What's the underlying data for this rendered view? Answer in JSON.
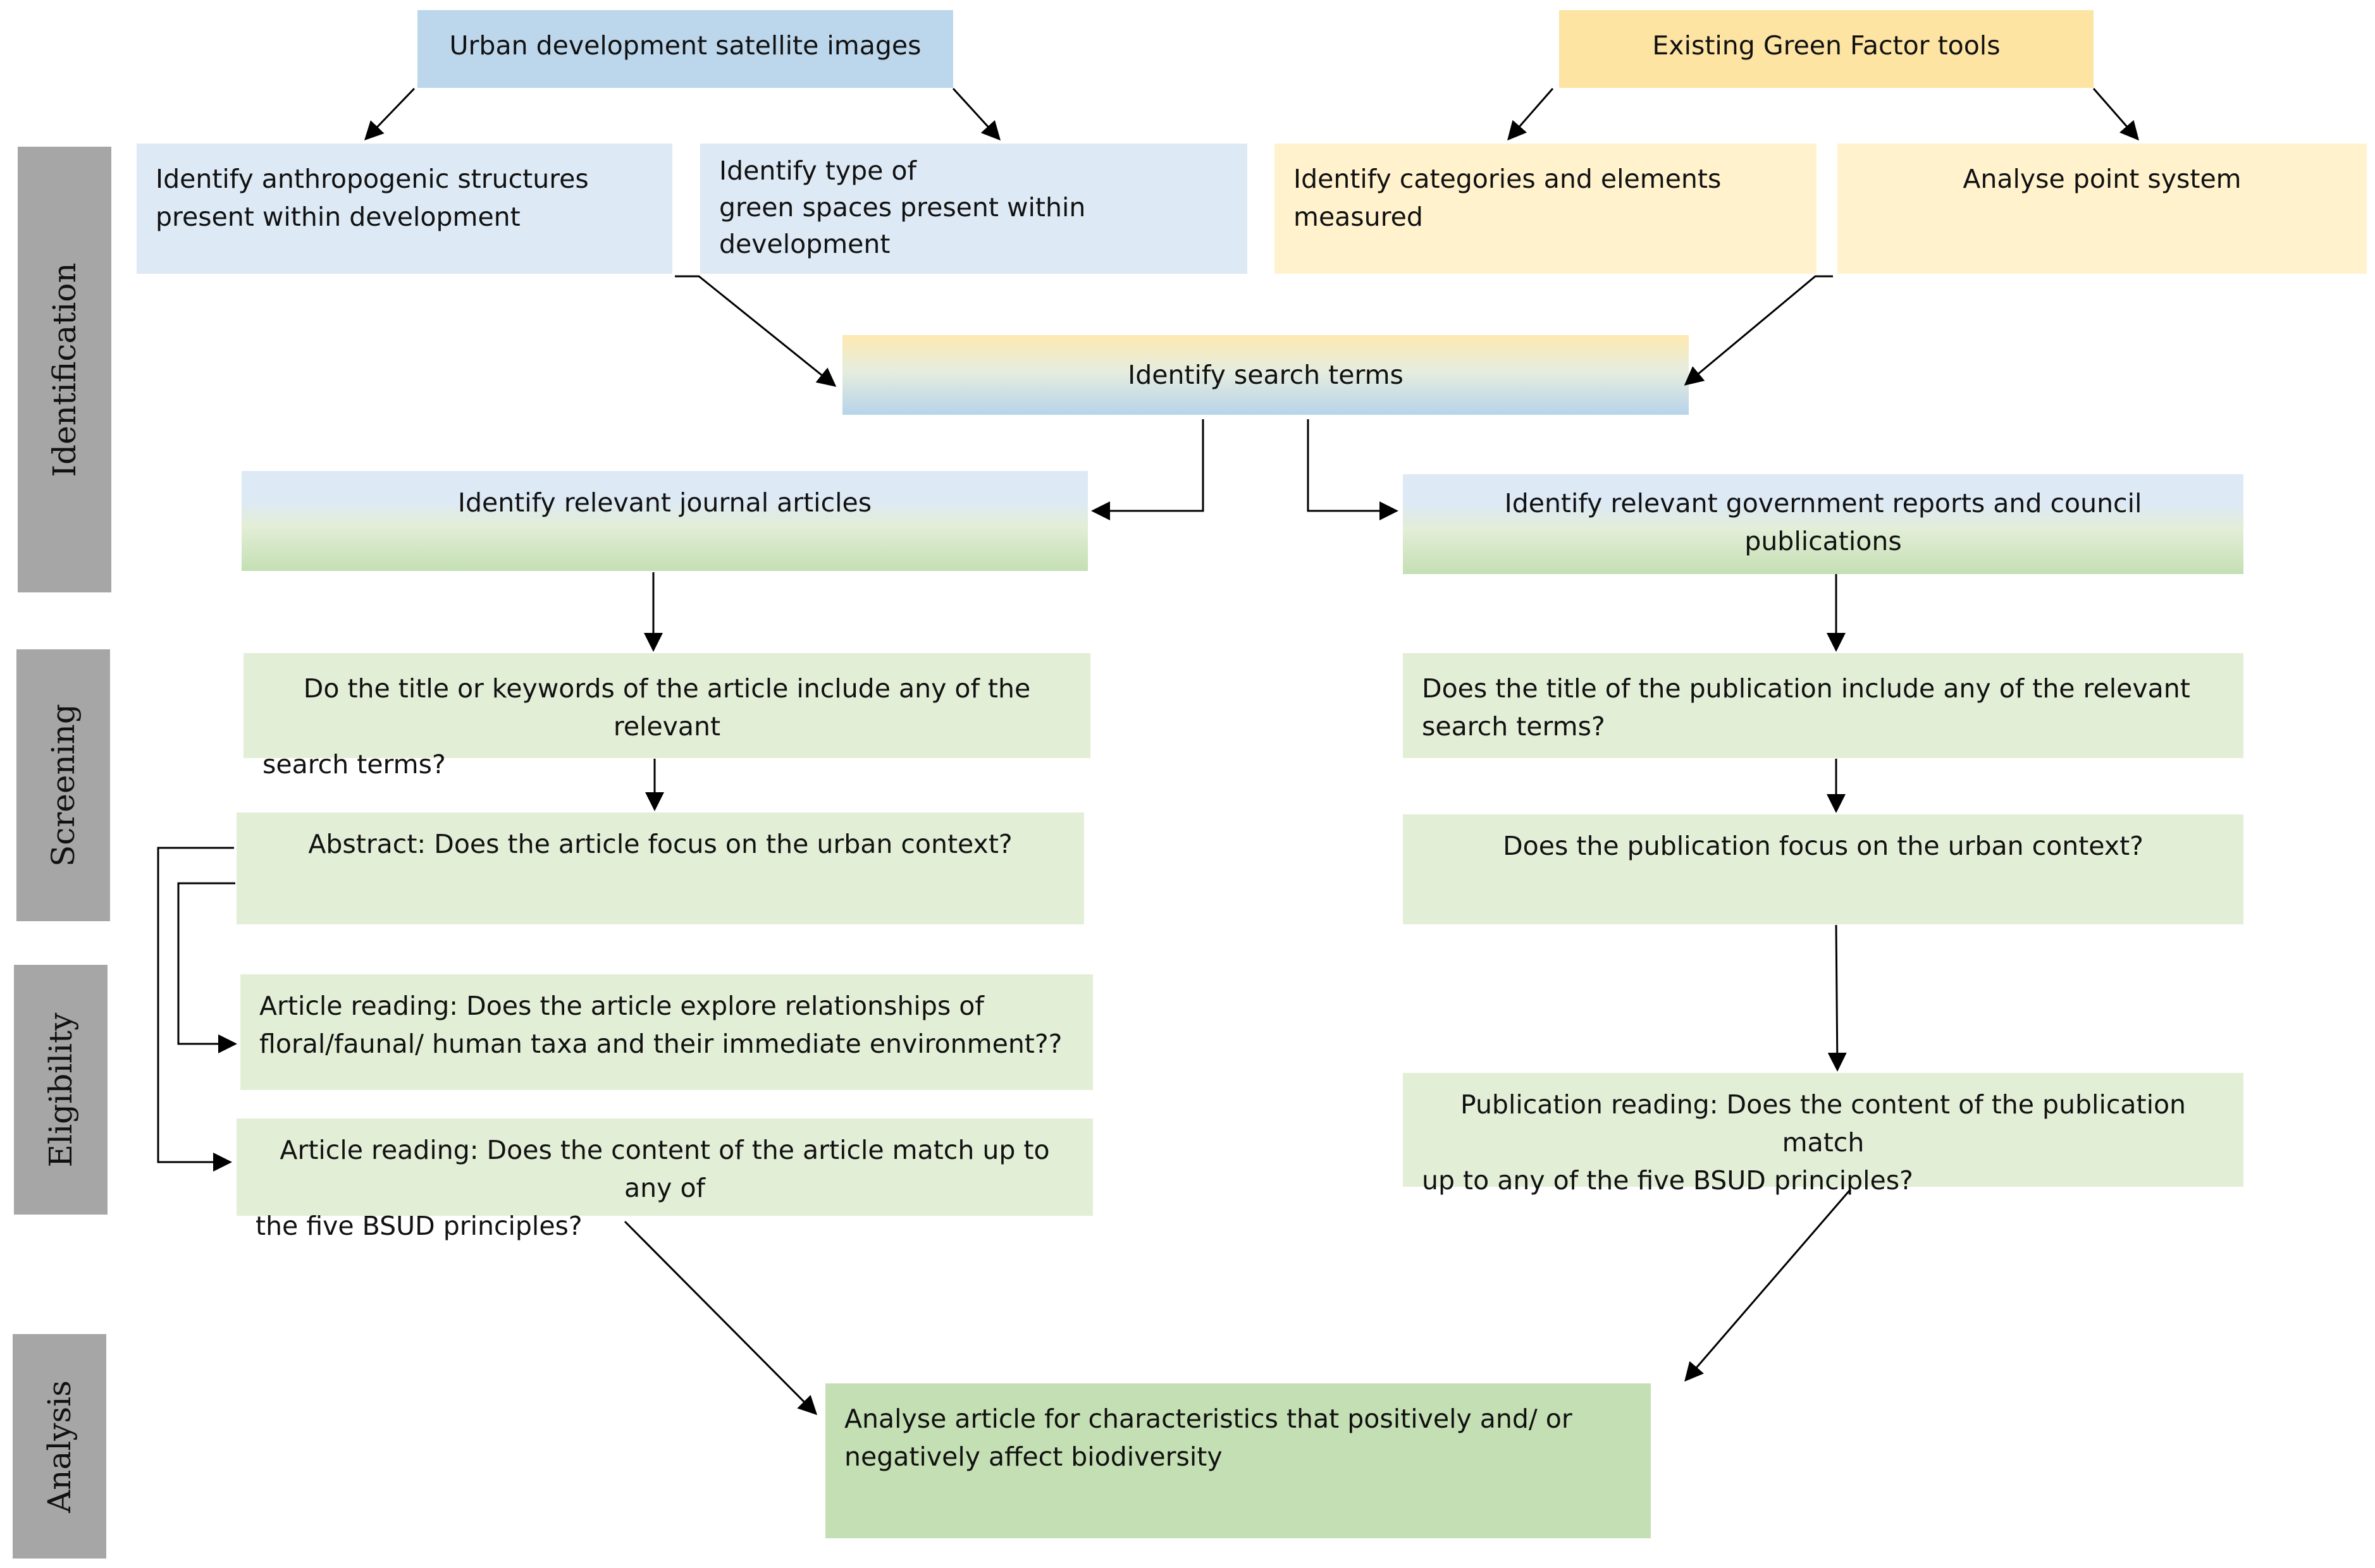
{
  "phases": {
    "identification": "Identification",
    "screening": "Screening",
    "eligibility": "Eligibility",
    "analysis": "Analysis"
  },
  "nodes": {
    "satellite_images": "Urban development satellite images",
    "green_factor_tools": "Existing Green Factor tools",
    "anthropogenic": [
      "Identify anthropogenic structures",
      "present within development"
    ],
    "green_spaces": [
      "Identify type of",
      "green spaces present within",
      "development"
    ],
    "categories": [
      "Identify categories and elements",
      "measured"
    ],
    "point_system": "Analyse point system",
    "search_terms": "Identify search terms",
    "journal_articles": "Identify relevant journal articles",
    "gov_reports": "Identify relevant government reports and council publications",
    "article_title": [
      "Do the title or keywords of the article include any of the relevant",
      "search terms?"
    ],
    "publication_title": [
      "Does the title of the publication include any of the relevant",
      "search terms?"
    ],
    "article_abstract": "Abstract: Does the article focus on the urban context?",
    "publication_context": "Does the publication focus on the urban context?",
    "article_taxa": [
      "Article reading: Does the article explore relationships of",
      "floral/faunal/ human taxa and their immediate environment??"
    ],
    "article_bsud": [
      "Article reading: Does the content of the article match up to any of",
      "the five BSUD principles?"
    ],
    "publication_bsud": [
      "Publication reading: Does the content of the publication match",
      "up to any of the five BSUD principles?"
    ],
    "analyse": [
      "Analyse article for characteristics that positively and/ or",
      "negatively affect biodiversity"
    ]
  }
}
